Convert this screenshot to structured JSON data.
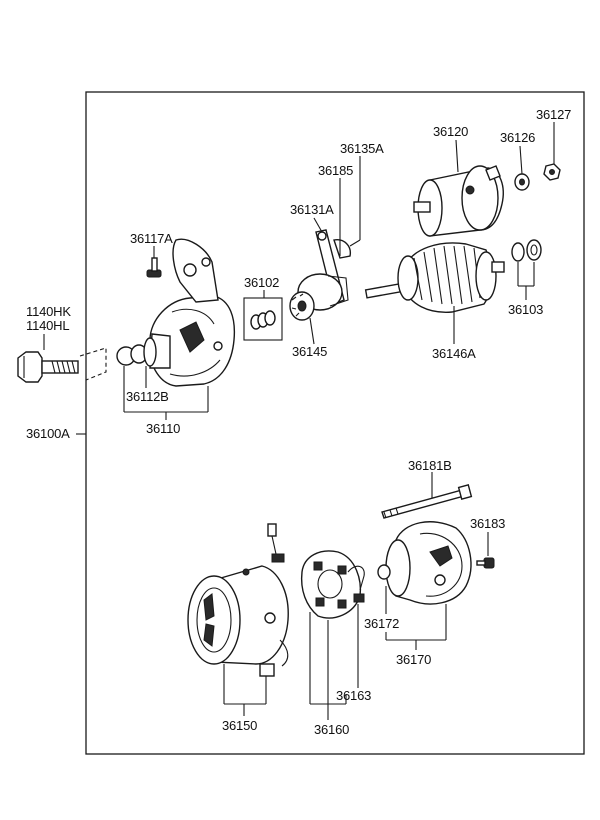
{
  "labels": {
    "36127": "36127",
    "36120": "36120",
    "36126": "36126",
    "36135A": "36135A",
    "36185": "36185",
    "36131A": "36131A",
    "36117A": "36117A",
    "36102": "36102",
    "1140HK": "1140HK",
    "1140HL": "1140HL",
    "36103": "36103",
    "36145": "36145",
    "36146A": "36146A",
    "36112B": "36112B",
    "36110": "36110",
    "36100A": "36100A",
    "36181B": "36181B",
    "36183": "36183",
    "36172": "36172",
    "36170": "36170",
    "36163": "36163",
    "36150": "36150",
    "36160": "36160"
  }
}
